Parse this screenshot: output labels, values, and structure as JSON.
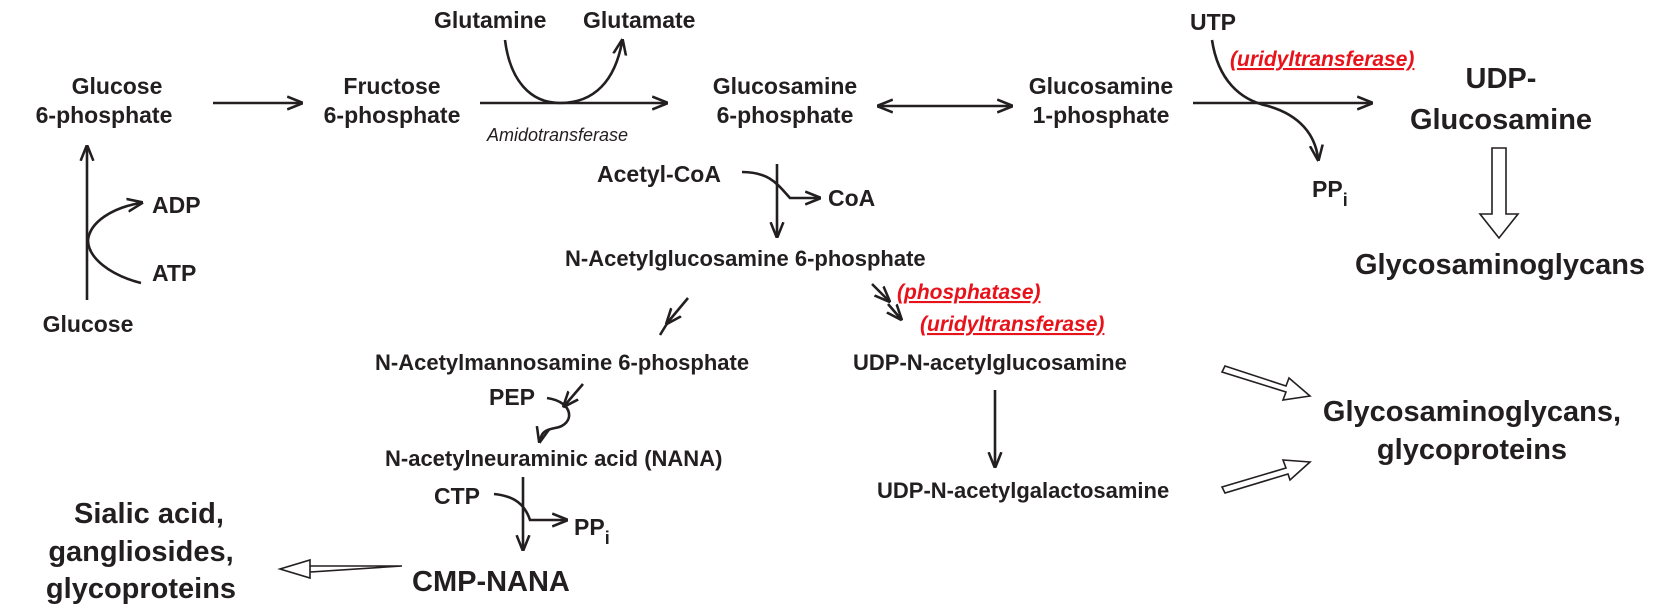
{
  "metabolites": {
    "glucose6p_1": "Glucose",
    "glucose6p_2": "6-phosphate",
    "glucose": "Glucose",
    "atp": "ATP",
    "adp": "ADP",
    "fructose6p_1": "Fructose",
    "fructose6p_2": "6-phosphate",
    "glutamine": "Glutamine",
    "glutamate": "Glutamate",
    "glucosamine6p_1": "Glucosamine",
    "glucosamine6p_2": "6-phosphate",
    "glucosamine1p_1": "Glucosamine",
    "glucosamine1p_2": "1-phosphate",
    "utp": "UTP",
    "udp_glucosamine_1": "UDP-",
    "udp_glucosamine_2": "Glucosamine",
    "ppi_a": "PP",
    "ppi_a_sub": "i",
    "glycosaminoglycans": "Glycosaminoglycans",
    "acetyl_coa": "Acetyl-CoA",
    "coa": "CoA",
    "nacglcn6p": "N-Acetylglucosamine 6-phosphate",
    "nacman6p": "N-Acetylmannosamine 6-phosphate",
    "udp_nacglcn": "UDP-N-acetylglucosamine",
    "pep": "PEP",
    "nana": "N-acetylneuraminic acid (NANA)",
    "udp_nacgal": "UDP-N-acetylgalactosamine",
    "ctp": "CTP",
    "ppi_b": "PP",
    "ppi_b_sub": "i",
    "cmp_nana": "CMP-NANA",
    "sialic_1": "Sialic acid,",
    "sialic_2": "gangliosides,",
    "sialic_3": "glycoproteins",
    "gag_gp_1": "Glycosaminoglycans,",
    "gag_gp_2": "glycoproteins"
  },
  "enzymes": {
    "amidotransferase": "Amidotransferase",
    "uridyltransferase_top": "(uridyltransferase)",
    "phosphatase": "(phosphatase)",
    "uridyltransferase_mid": "(uridyltransferase)"
  },
  "colors": {
    "text": "#231f20",
    "enzyme_red": "#e8121a",
    "background": "#ffffff"
  }
}
